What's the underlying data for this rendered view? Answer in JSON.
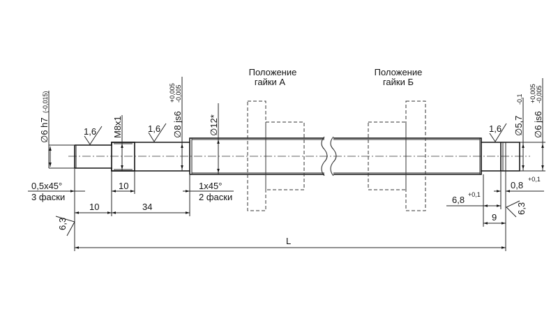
{
  "labels": {
    "nut_a": [
      "Положение",
      "гайки А"
    ],
    "nut_b": [
      "Положение",
      "гайки Б"
    ],
    "d6h7": "∅6 h7",
    "d6h7_tol": "(-0,015)",
    "m8": "M8x1",
    "d8js6": "∅8 js6",
    "d8js6_tol_up": "+0,005",
    "d8js6_tol_low": "-0,005",
    "d12": "∅12*",
    "d57": "∅5,7",
    "d57_tol": "-0,1",
    "d6js6": "∅6 js6",
    "d6js6_tol_up": "+0,005",
    "d6js6_tol_low": "-0,005",
    "rough_16": "1,6",
    "rough_63": "6,3",
    "chamfer_left": "0,5x45°",
    "chamfer_left_note": "3 фаски",
    "chamfer_mid": "1x45°",
    "chamfer_mid_note": "2 фаски",
    "dim_10_thread": "10",
    "dim_10": "10",
    "dim_34": "34",
    "dim_68": "6,8",
    "dim_68_tol": "+0,1",
    "dim_08": "0,8",
    "dim_08_tol": "+0,1",
    "dim_9": "9",
    "dim_L": "L"
  }
}
